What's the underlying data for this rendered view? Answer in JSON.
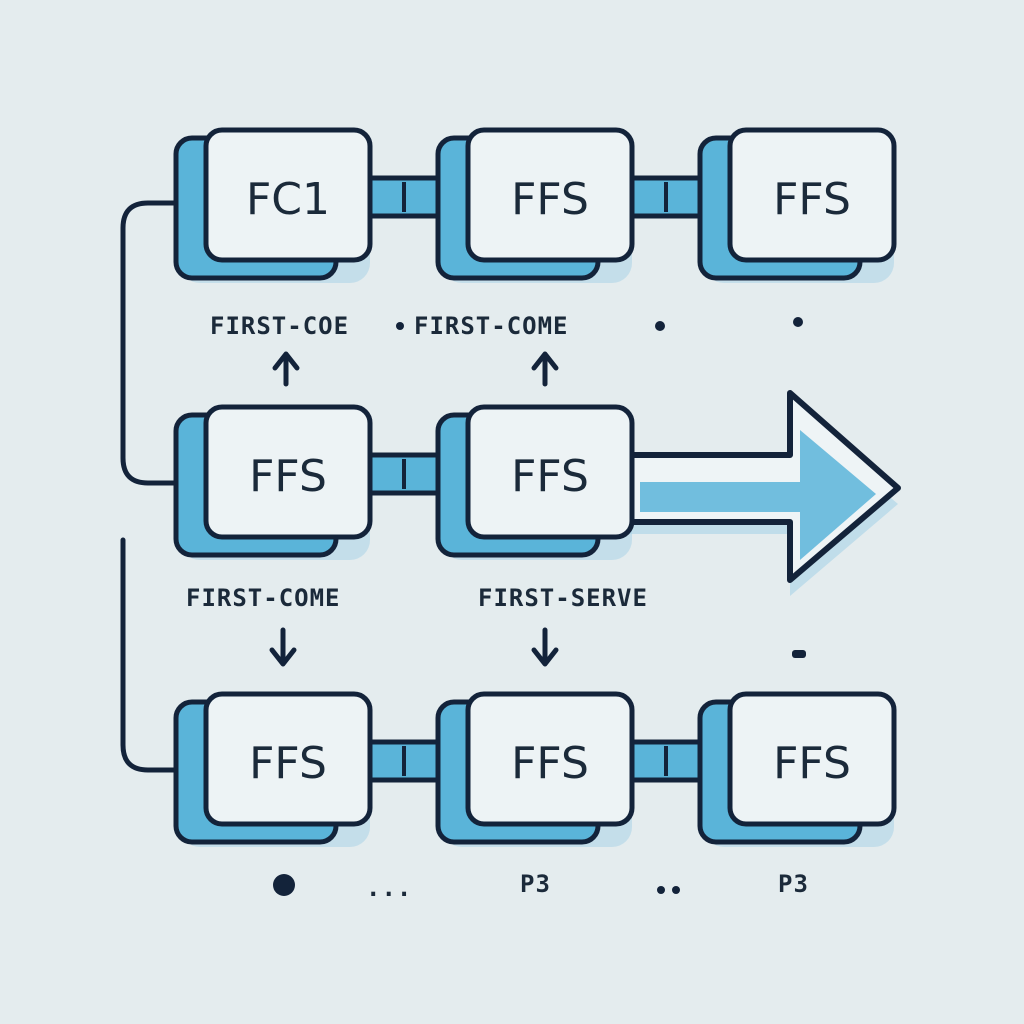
{
  "diagram": {
    "rows": [
      {
        "nodes": [
          {
            "label": "FC1"
          },
          {
            "label": "FFS"
          },
          {
            "label": "FFS"
          }
        ]
      },
      {
        "nodes": [
          {
            "label": "FFS"
          },
          {
            "label": "FFS"
          }
        ]
      },
      {
        "nodes": [
          {
            "label": "FFS"
          },
          {
            "label": "FFS"
          },
          {
            "label": "FFS"
          }
        ]
      }
    ],
    "captions": {
      "top_left": "FIRST-COE",
      "top_mid": "FIRST-COME",
      "middle_left": "FIRST-COME",
      "middle_right": "FIRST-SERVE",
      "bottom_p3_a": "P3",
      "bottom_p3_b": "P3",
      "bottom_dots": "..."
    },
    "colors": {
      "accent": "#5ab4d9",
      "outline": "#13233a",
      "node_fill": "#edf3f5",
      "shadow": "#a9d4e8"
    }
  }
}
